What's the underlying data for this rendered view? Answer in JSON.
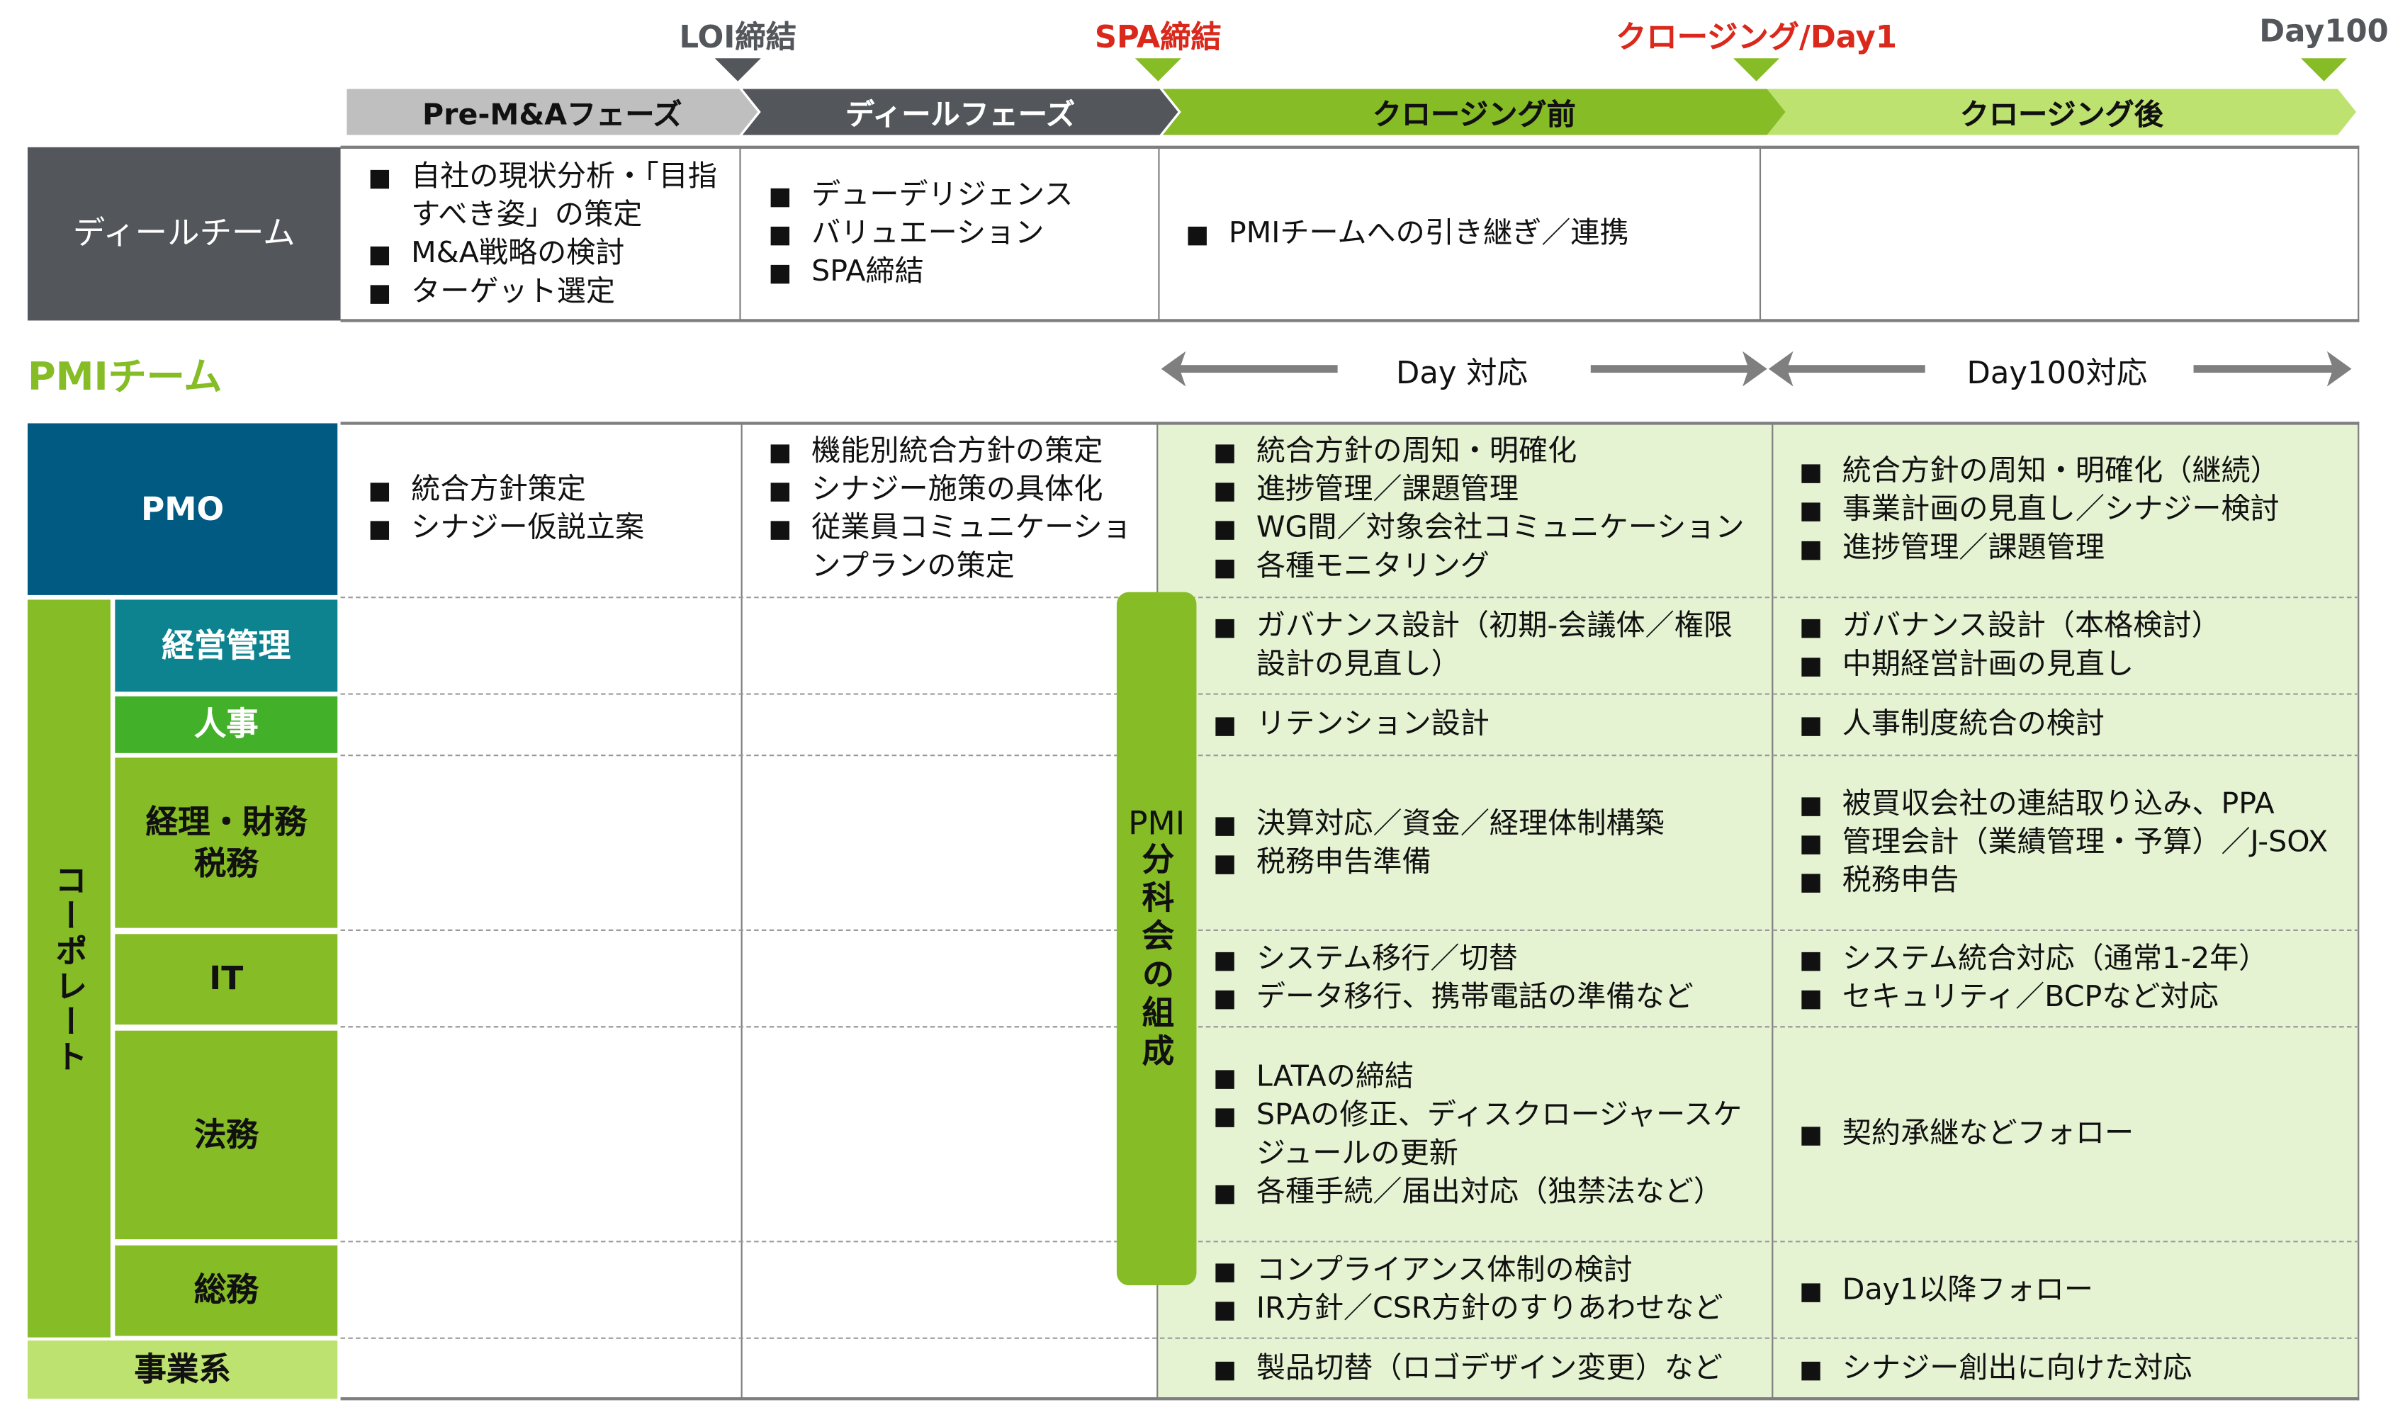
{
  "colors": {
    "dark": "#53565a",
    "gray": "#bfbfbf",
    "green": "#86bc25",
    "light_green": "#bde26f",
    "pale_green": "#e6f3d3",
    "blue": "#005a82",
    "teal": "#0d8390",
    "hr_green": "#43b02a",
    "red": "#da291c"
  },
  "milestones": [
    {
      "label": "LOI締結"
    },
    {
      "label": "SPA締結"
    },
    {
      "label": "クロージング/Day1"
    },
    {
      "label": "Day100"
    }
  ],
  "phases": [
    {
      "label": "Pre-M&Aフェーズ"
    },
    {
      "label": "ディールフェーズ"
    },
    {
      "label": "クロージング前"
    },
    {
      "label": "クロージング後"
    }
  ],
  "deal_team": {
    "label": "ディールチーム",
    "cells": [
      [
        "自社の現状分析・「目指すべき姿」の策定",
        "M&A戦略の検討",
        "ターゲット選定"
      ],
      [
        "デューデリジェンス",
        "バリュエーション",
        "SPA締結"
      ],
      [
        "PMIチームへの引き継ぎ／連携"
      ],
      []
    ]
  },
  "pmi_team": {
    "title": "PMIチーム",
    "day_label": "Day 対応",
    "day100_label": "Day100対応",
    "committee_label": "PMI",
    "committee_label_vertical": "分科会の組成",
    "corporate_label": "コーポレート",
    "rows": [
      {
        "label": "PMO",
        "cells": [
          [
            "統合方針策定",
            "シナジー仮説立案"
          ],
          [
            "機能別統合方針の策定",
            "シナジー施策の具体化",
            "従業員コミュニケーションプランの策定"
          ],
          [
            "統合方針の周知・明確化",
            "進捗管理／課題管理",
            "WG間／対象会社コミュニケーション",
            "各種モニタリング"
          ],
          [
            "統合方針の周知・明確化（継続）",
            "事業計画の見直し／シナジー検討",
            "進捗管理／課題管理"
          ]
        ]
      },
      {
        "label": "経営管理",
        "cells": [
          [],
          [],
          [
            "ガバナンス設計（初期-会議体／権限設計の見直し）"
          ],
          [
            "ガバナンス設計（本格検討）",
            "中期経営計画の見直し"
          ]
        ]
      },
      {
        "label": "人事",
        "cells": [
          [],
          [],
          [
            "リテンション設計"
          ],
          [
            "人事制度統合の検討"
          ]
        ]
      },
      {
        "label": "経理・財務\n税務",
        "cells": [
          [],
          [],
          [
            "決算対応／資金／経理体制構築",
            "税務申告準備"
          ],
          [
            "被買収会社の連結取り込み、PPA",
            "管理会計（業績管理・予算）／J-SOX",
            "税務申告"
          ]
        ]
      },
      {
        "label": "IT",
        "cells": [
          [],
          [],
          [
            "システム移行／切替",
            "データ移行、携帯電話の準備など"
          ],
          [
            "システム統合対応（通常1-2年）",
            "セキュリティ／BCPなど対応"
          ]
        ]
      },
      {
        "label": "法務",
        "cells": [
          [],
          [],
          [
            "LATAの締結",
            "SPAの修正、ディスクロージャースケジュールの更新",
            "各種手続／届出対応（独禁法など）"
          ],
          [
            "契約承継などフォロー"
          ]
        ]
      },
      {
        "label": "総務",
        "cells": [
          [],
          [],
          [
            "コンプライアンス体制の検討",
            "IR方針／CSR方針のすりあわせなど"
          ],
          [
            "Day1以降フォロー"
          ]
        ]
      },
      {
        "label": "事業系",
        "cells": [
          [],
          [],
          [
            "製品切替（ロゴデザイン変更）など"
          ],
          [
            "シナジー創出に向けた対応"
          ]
        ]
      }
    ]
  }
}
